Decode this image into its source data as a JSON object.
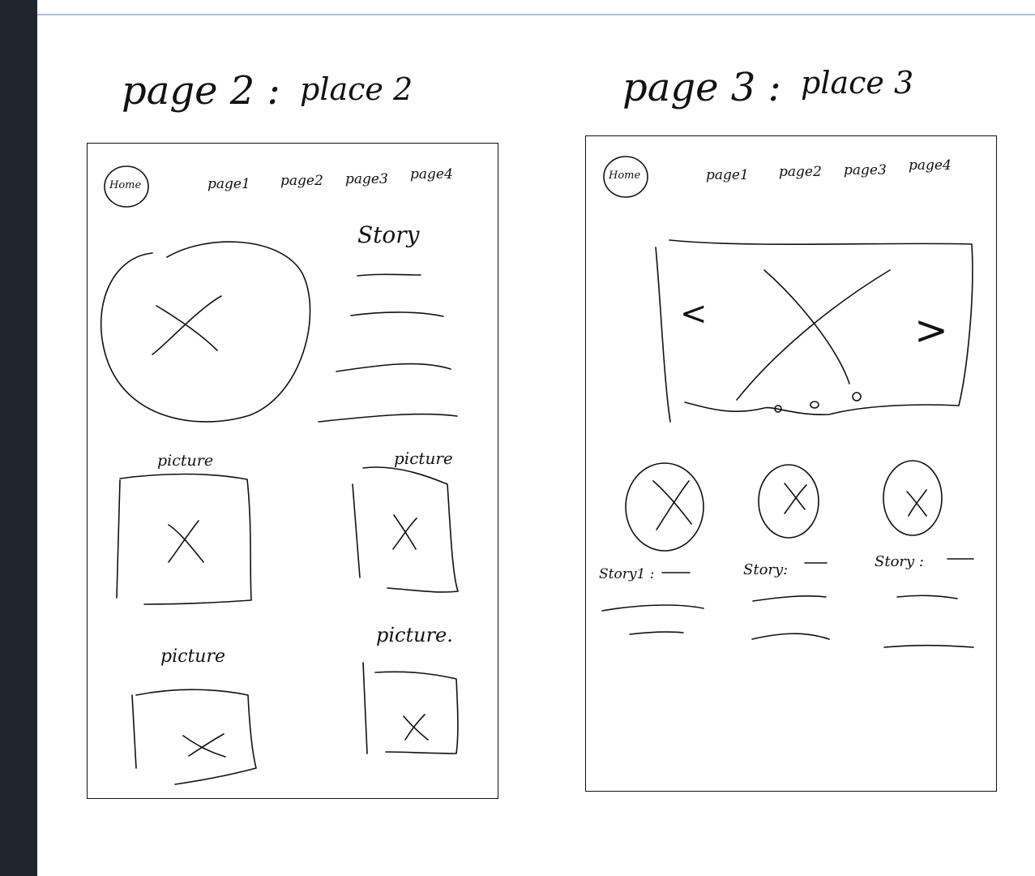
{
  "canvas": {
    "rail_color": "#20262e",
    "rule_color": "#a9bddf",
    "ink_color": "#111111"
  },
  "page2": {
    "heading": "page 2 :",
    "subheading": "place 2",
    "logo": "Home",
    "nav": [
      "page1",
      "page2",
      "page3",
      "page4"
    ],
    "story_title": "Story",
    "picture_labels": [
      "picture",
      "picture",
      "picture",
      "picture."
    ]
  },
  "page3": {
    "heading": "page 3 :",
    "subheading": "place 3",
    "logo": "Home",
    "nav": [
      "page1",
      "page2",
      "page3",
      "page4"
    ],
    "carousel": {
      "prev": "<",
      "next": ">"
    },
    "stories": [
      "Story1 :",
      "Story:",
      "Story :"
    ]
  }
}
